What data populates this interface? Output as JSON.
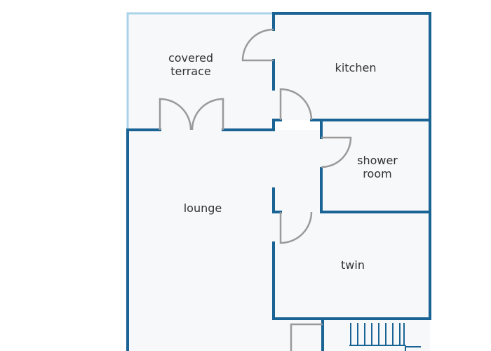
{
  "rooms": {
    "covered_terrace": {
      "line1": "covered",
      "line2": "terrace"
    },
    "kitchen": "kitchen",
    "shower_room": {
      "line1": "shower",
      "line2": "room"
    },
    "lounge": "lounge",
    "twin": "twin"
  },
  "colors": {
    "wall": "#1a6395",
    "terrace_outline": "#a9d3ea",
    "door": "#9a9a9a",
    "floor": "#f7f8f9"
  }
}
